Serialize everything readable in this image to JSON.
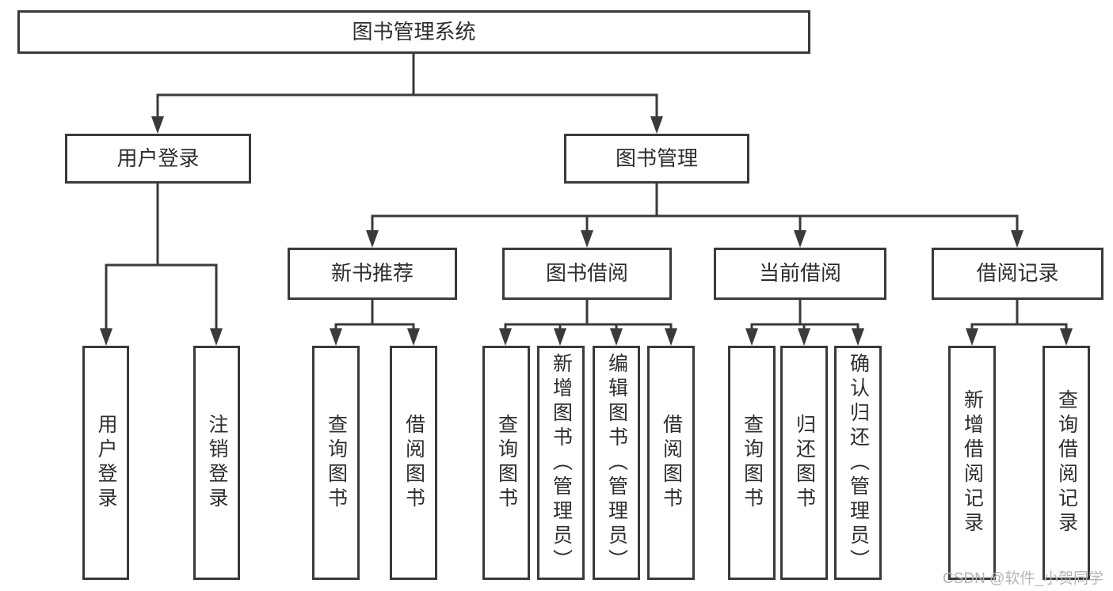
{
  "title": "图书管理系统",
  "tree": {
    "label": "图书管理系统",
    "children": [
      {
        "label": "用户登录",
        "children": [
          {
            "label": "用户登录"
          },
          {
            "label": "注销登录"
          }
        ]
      },
      {
        "label": "图书管理",
        "children": [
          {
            "label": "新书推荐",
            "children": [
              {
                "label": "查询图书"
              },
              {
                "label": "借阅图书"
              }
            ]
          },
          {
            "label": "图书借阅",
            "children": [
              {
                "label": "查询图书"
              },
              {
                "label": "新增图书（管理员）"
              },
              {
                "label": "编辑图书（管理员）"
              },
              {
                "label": "借阅图书"
              }
            ]
          },
          {
            "label": "当前借阅",
            "children": [
              {
                "label": "查询图书"
              },
              {
                "label": "归还图书"
              },
              {
                "label": "确认归还（管理员）"
              }
            ]
          },
          {
            "label": "借阅记录",
            "children": [
              {
                "label": "新增借阅记录"
              },
              {
                "label": "查询借阅记录"
              }
            ]
          }
        ]
      }
    ]
  },
  "watermark": "CSDN @软件_小贺同学",
  "colors": {
    "line": "#3a3a3a",
    "text": "#2e2e2e",
    "background": "#ffffff",
    "watermark": "#b3b3bc"
  }
}
